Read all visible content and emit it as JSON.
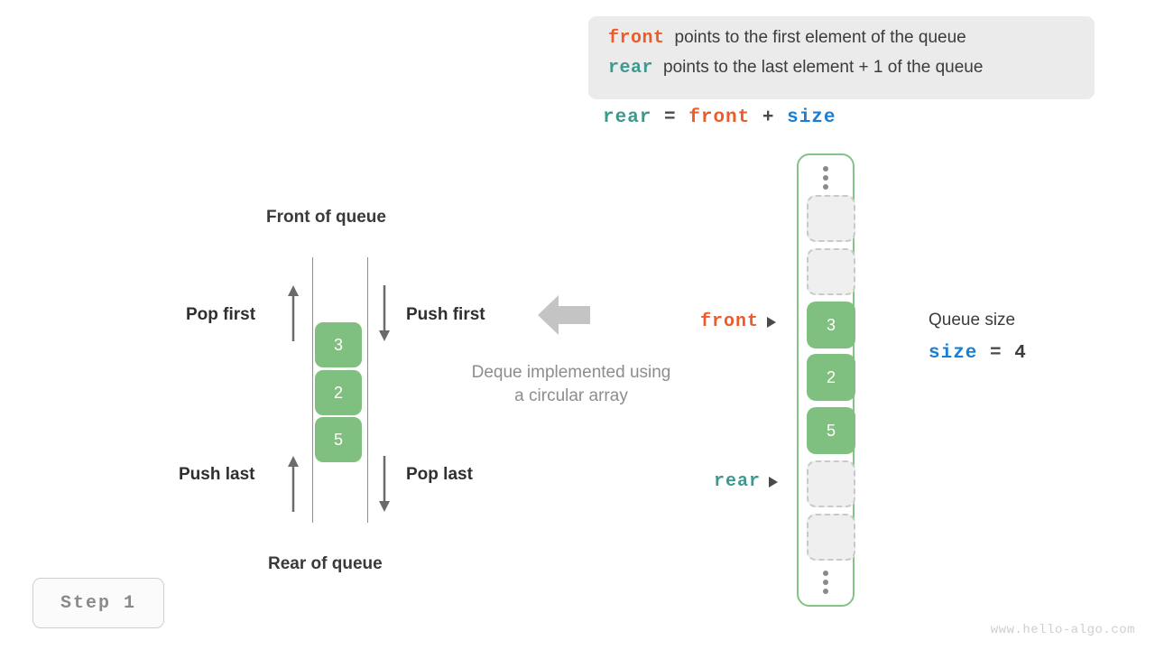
{
  "definitions": {
    "lines": [
      {
        "keyword": "front",
        "keyword_color": "#ec5b28",
        "text": "points to the first element of the queue"
      },
      {
        "keyword": "rear",
        "keyword_color": "#3d9990",
        "text": "points to the last element + 1 of the queue"
      }
    ]
  },
  "formula": {
    "lhs": "rear",
    "eq": "=",
    "rhs1": "front",
    "plus": "+",
    "rhs2": "size"
  },
  "deque_diagram": {
    "top_label": "Front of queue",
    "bottom_label": "Rear of queue",
    "operations": {
      "pop_first": "Pop first",
      "push_first": "Push first",
      "push_last": "Push last",
      "pop_last": "Pop last"
    },
    "cells": [
      "3",
      "2",
      "5"
    ],
    "caption_line1": "Deque implemented using",
    "caption_line2": "a circular array"
  },
  "circular_array": {
    "slots": [
      {
        "type": "ellipsis"
      },
      {
        "type": "empty",
        "value": ""
      },
      {
        "type": "empty",
        "value": ""
      },
      {
        "type": "filled",
        "value": "3"
      },
      {
        "type": "filled",
        "value": "2"
      },
      {
        "type": "filled",
        "value": "5"
      },
      {
        "type": "empty",
        "value": ""
      },
      {
        "type": "empty",
        "value": ""
      },
      {
        "type": "ellipsis"
      }
    ],
    "pointers": {
      "front": "front",
      "rear": "rear"
    }
  },
  "queue_size": {
    "label": "Queue size",
    "var": "size",
    "eq": "=",
    "value": "4"
  },
  "step": {
    "label": "Step 1"
  },
  "watermark": {
    "text": "www.hello-algo.com"
  },
  "colors": {
    "front": "#ec5b28",
    "rear": "#3d9990",
    "size": "#1a7fd4",
    "cell_fill": "#7fbf7f",
    "container_border": "#85c285",
    "empty_fill": "#efefef",
    "box_bg": "#ebebeb"
  }
}
